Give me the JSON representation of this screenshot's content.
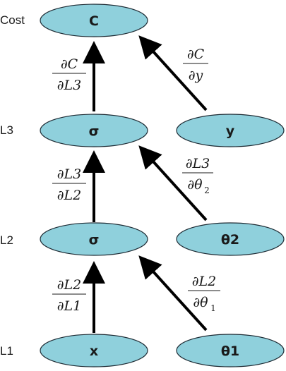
{
  "levels": {
    "cost": "Cost",
    "l3": "L3",
    "l2": "L2",
    "l1": "L1"
  },
  "nodes": {
    "c": "C",
    "sigma3": "σ",
    "y": "y",
    "sigma2": "σ",
    "theta2": "θ2",
    "x": "x",
    "theta1": "θ1"
  },
  "edge_labels": {
    "dc_dl3": {
      "num": "∂C",
      "den": "∂L3",
      "den_sub": ""
    },
    "dc_dy": {
      "num": "∂C",
      "den": "∂y",
      "den_sub": ""
    },
    "dl3_dl2": {
      "num": "∂L3",
      "den": "∂L2",
      "den_sub": ""
    },
    "dl3_dtheta2": {
      "num": "∂L3",
      "den": "∂θ",
      "den_sub": "2"
    },
    "dl2_dl1": {
      "num": "∂L2",
      "den": "∂L1",
      "den_sub": ""
    },
    "dl2_dtheta1": {
      "num": "∂L2",
      "den": "∂θ",
      "den_sub": "1"
    }
  },
  "colors": {
    "node_fill": "#8fd0dc",
    "node_stroke": "#1d2a33",
    "arrow": "#000000"
  }
}
